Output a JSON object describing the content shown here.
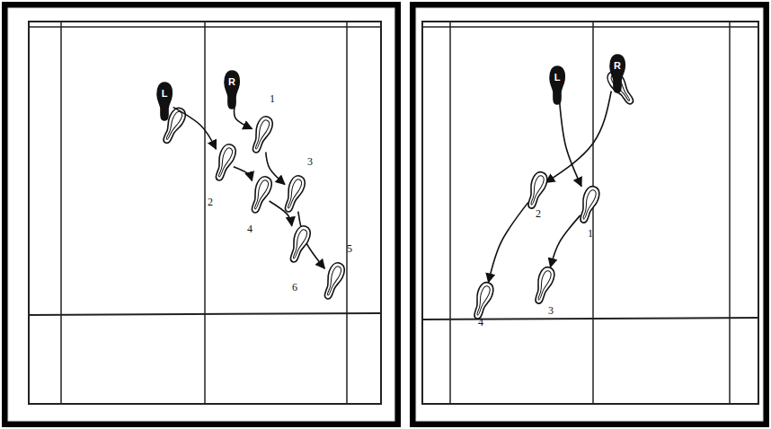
{
  "diagram": {
    "nodes": [
      {
        "text": [
          "L"
        ]
      },
      {
        "text": [
          "R"
        ]
      },
      {
        "text": [
          "1"
        ]
      },
      {
        "text": [
          "2"
        ]
      },
      {
        "text": [
          "3"
        ]
      },
      {
        "text": [
          "4"
        ]
      },
      {
        "text": [
          "5"
        ]
      },
      {
        "text": [
          "6"
        ]
      },
      {
        "text": [
          "L"
        ]
      },
      {
        "text": [
          "R"
        ]
      },
      {
        "text": [
          "1"
        ]
      },
      {
        "text": [
          "2"
        ]
      },
      {
        "text": [
          "3"
        ]
      },
      {
        "text": [
          "4"
        ]
      }
    ],
    "edges": [
      {
        "from": 1,
        "to": 2,
        "arrow": "to"
      },
      {
        "from": 0,
        "to": 3,
        "arrow": "to"
      },
      {
        "from": 2,
        "to": 4,
        "arrow": "to"
      },
      {
        "from": 3,
        "to": 5,
        "arrow": "to"
      },
      {
        "from": 4,
        "to": 6,
        "arrow": "to"
      },
      {
        "from": 5,
        "to": 7,
        "arrow": "to"
      },
      {
        "from": 9,
        "to": 11,
        "arrow": "to"
      },
      {
        "from": 8,
        "to": 10,
        "arrow": "to"
      },
      {
        "from": 10,
        "to": 12,
        "arrow": "to"
      },
      {
        "from": 11,
        "to": 13,
        "arrow": "to"
      }
    ]
  }
}
